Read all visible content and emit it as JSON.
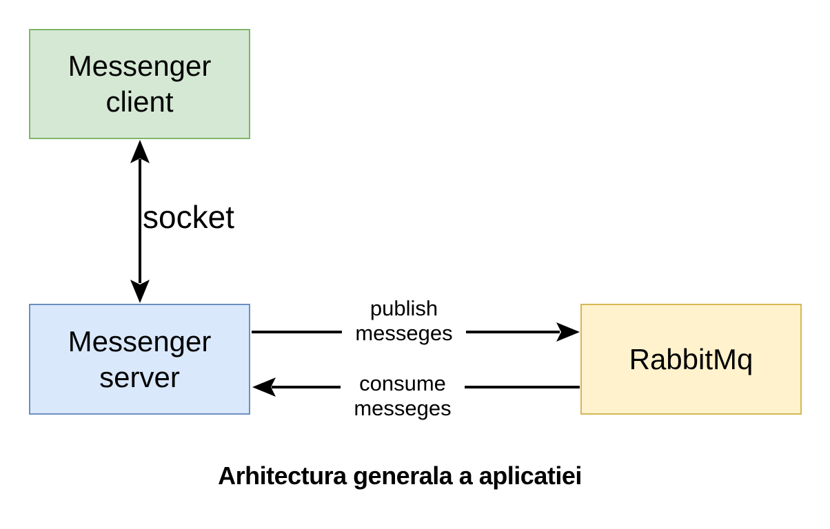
{
  "diagram": {
    "background": "#ffffff",
    "arrow_color": "#000000",
    "text_color": "#000000",
    "caption": "Arhitectura generala a aplicatiei",
    "nodes": {
      "client": {
        "line1": "Messenger",
        "line2": "client",
        "fill": "#d5e8d4",
        "border": "#82b366"
      },
      "server": {
        "line1": "Messenger",
        "line2": "server",
        "fill": "#dae8fc",
        "border": "#6c8ebf"
      },
      "rabbitmq": {
        "line1": "RabbitMq",
        "fill": "#fff2cc",
        "border": "#d6b656"
      }
    },
    "edges": {
      "socket": {
        "label": "socket",
        "from": "Messenger client",
        "to": "Messenger server",
        "style": "bidirectional-arrow"
      },
      "publish": {
        "line1": "publish",
        "line2": "messeges",
        "from": "Messenger server",
        "to": "RabbitMq",
        "style": "arrow"
      },
      "consume": {
        "line1": "consume",
        "line2": "messeges",
        "from": "RabbitMq",
        "to": "Messenger server",
        "style": "arrow"
      }
    }
  }
}
